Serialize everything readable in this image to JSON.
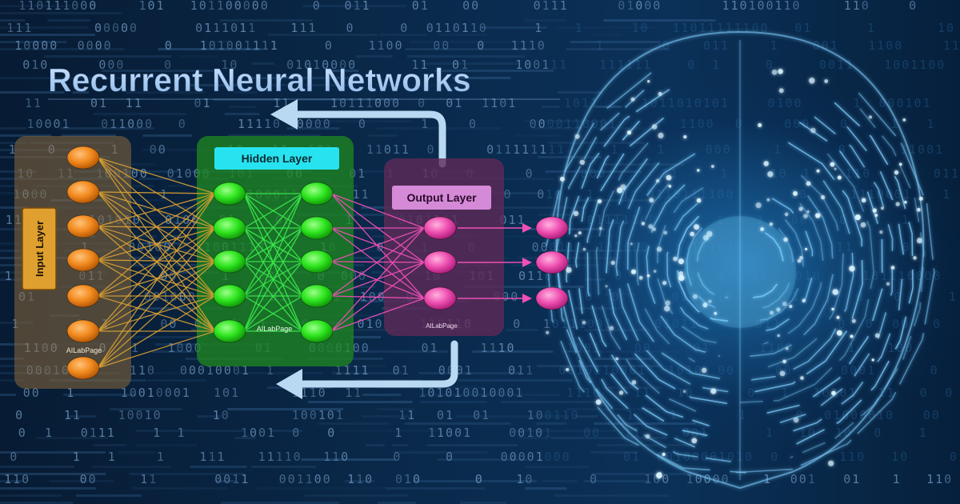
{
  "title": "Recurrent Neural Networks",
  "layers": {
    "input": {
      "label": "Input Layer",
      "watermark": "AILabPage",
      "node_color": "#f28a1e"
    },
    "hidden": {
      "label": "Hidden Layer",
      "watermark": "AILabPage",
      "node_color": "#2ee61f"
    },
    "output": {
      "label": "Output Layer",
      "watermark": "AILabPage",
      "node_color": "#ee4fb0"
    }
  },
  "colors": {
    "input_edges": "#d9a033",
    "hidden_edges": "#38e84a",
    "output_edges": "#ef4fb6",
    "loop_arrow": "#b9d9f2",
    "brain_circuit": "#7fd0ff"
  },
  "icons": [
    "brain-circuit-icon",
    "recurrent-loop-arrow-icon"
  ]
}
